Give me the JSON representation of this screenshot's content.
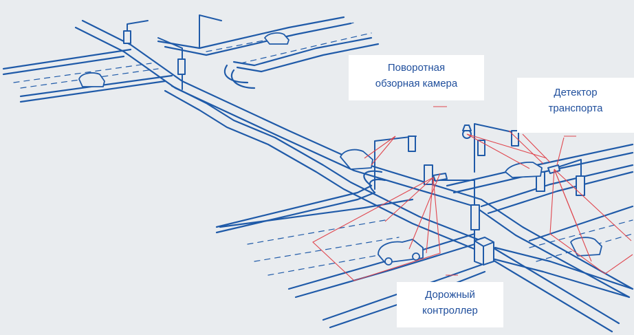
{
  "labels": {
    "camera": {
      "line1": "Поворотная",
      "line2": "обзорная камера"
    },
    "detector": {
      "line1": "Детектор",
      "line2": "транспорта"
    },
    "controller": {
      "line1": "Дорожный",
      "line2": "контроллер"
    }
  },
  "colors": {
    "background": "#e9ecef",
    "road_line": "#1f5aa8",
    "detection_zone": "#e0464e",
    "label_text": "#1f4e9c",
    "label_bg": "#ffffff"
  }
}
